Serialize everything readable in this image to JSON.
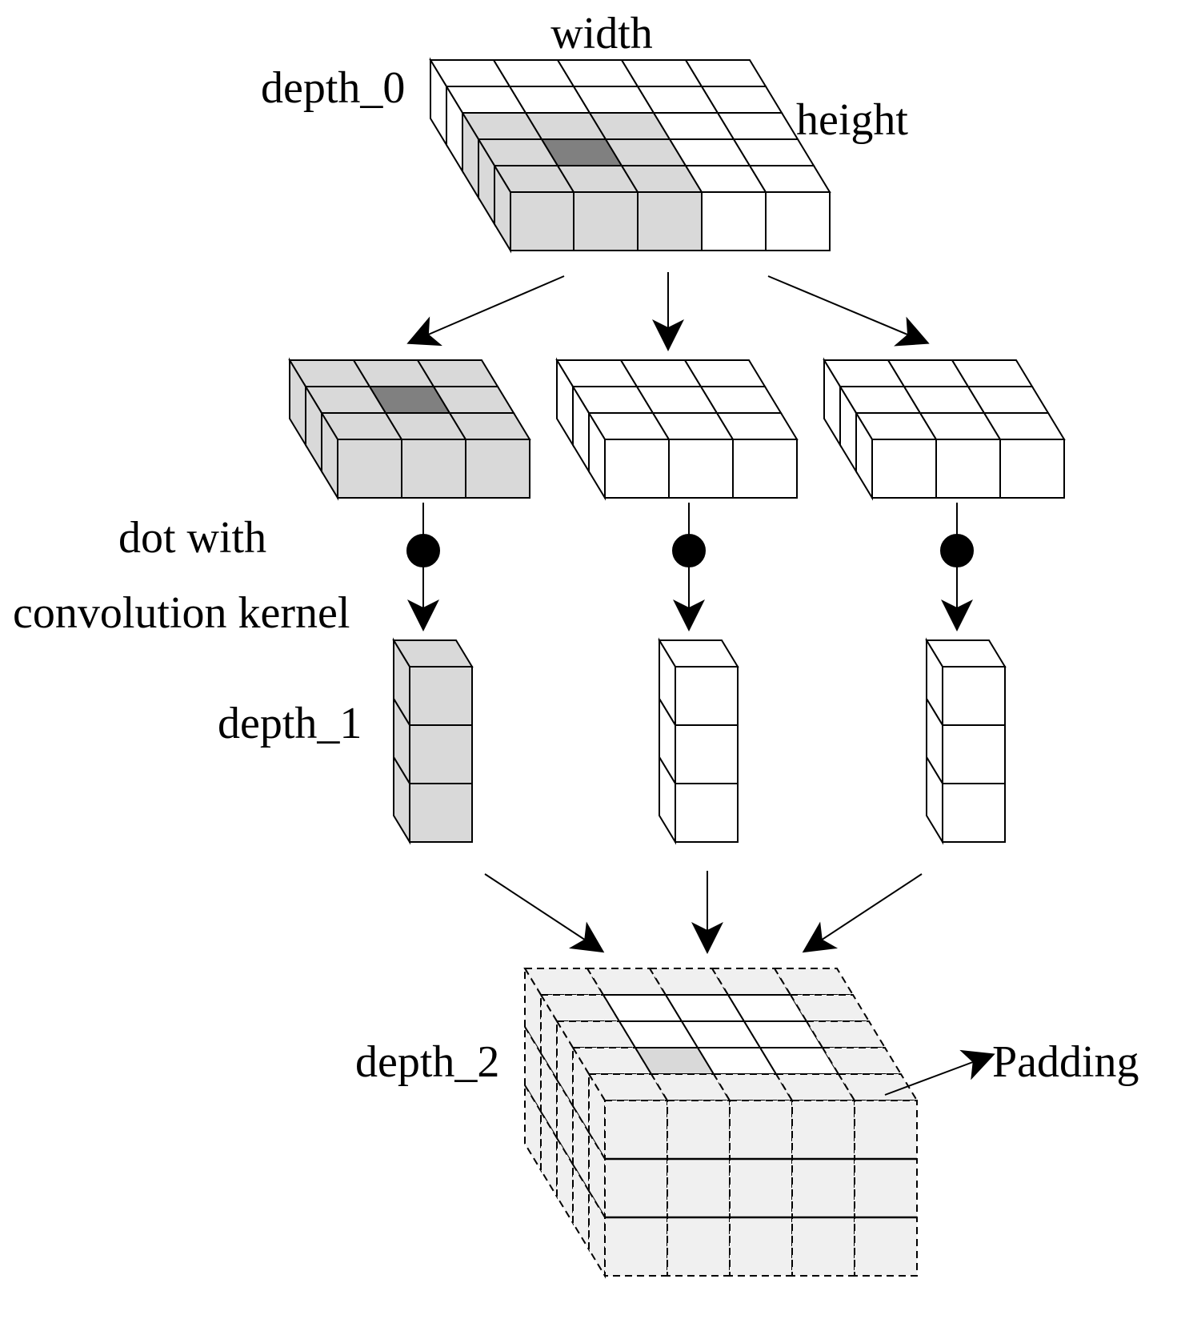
{
  "labels": {
    "width": "width",
    "height": "height",
    "depth_0": "depth_0",
    "dot_with": "dot with",
    "convolution_kernel": "convolution kernel",
    "depth_1": "depth_1",
    "depth_2": "depth_2",
    "padding": "Padding"
  },
  "colors": {
    "line": "#000000",
    "kernel_fill": "#d9d9d9",
    "center_fill": "#808080",
    "empty_fill": "#ffffff",
    "padding_fill": "#f0f0f0",
    "output_center_fill": "#d9d9d9"
  }
}
